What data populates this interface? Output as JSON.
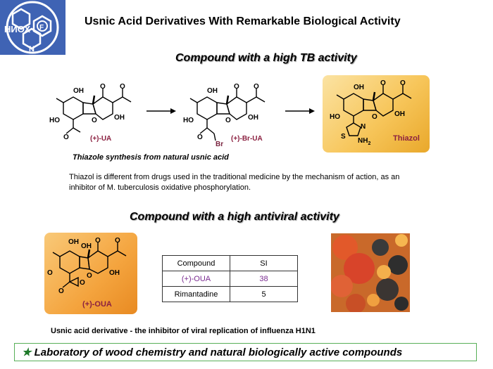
{
  "logo": {
    "text": "НИОХ",
    "letter_f": "F",
    "letter_n": "N"
  },
  "title": "Usnic Acid Derivatives With Remarkable Biological Activity",
  "section_tb": {
    "heading": "Compound with a high TB activity",
    "labels": {
      "ua": "(+)-UA",
      "br_ua": "(+)-Br-UA",
      "br": "Br",
      "thiazol": "Thiazol",
      "oh": "OH",
      "ho": "HO",
      "o": "O",
      "s": "S",
      "n": "N",
      "nh2": "NH",
      "nh2_sub": "2"
    },
    "caption": "Thiazole synthesis from natural usnic acid",
    "description": "Thiazol is different from drugs used in the traditional medicine by the mechanism of action, as an inhibitor of M. tuberculosis oxidative phosphorylation."
  },
  "section_antiviral": {
    "heading": "Compound with a high antiviral activity",
    "label_oua": "(+)-OUA",
    "table": {
      "headers": [
        "Compound",
        "SI"
      ],
      "rows": [
        {
          "compound": "(+)-OUA",
          "si": "38"
        },
        {
          "compound": "Rimantadine",
          "si": "5"
        }
      ]
    },
    "caption": "Usnic acid derivative - the inhibitor of viral replication of influenza H1N1"
  },
  "footer": {
    "icon": "star-icon",
    "text": "Laboratory of wood chemistry and natural biologically active compounds"
  },
  "colors": {
    "logo_bg": "#3f63b4",
    "compound_label": "#8b2040",
    "oua_si": "#7a2b90",
    "footer_border": "#58b058",
    "box_yellow": "#f7c65b",
    "box_orange": "#f4a43e"
  }
}
